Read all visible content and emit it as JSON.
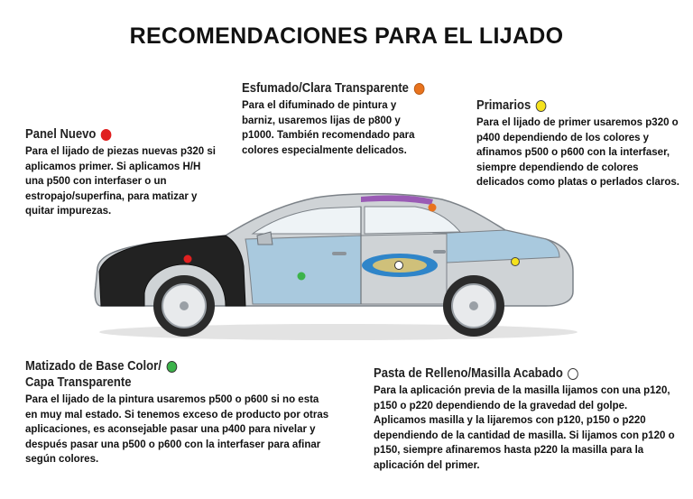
{
  "title": "RECOMENDACIONES PARA EL LIJADO",
  "colors": {
    "red": "#e02020",
    "orange": "#e8731e",
    "yellow": "#f5e21c",
    "green": "#3cb34a",
    "white": "#ffffff",
    "primer_panel": "#a9c9de",
    "filler_panel": "#cfd3d6",
    "black_panel": "#222222",
    "clear_strip": "#9a5bb5"
  },
  "sections": {
    "panel_nuevo": {
      "heading": "Panel Nuevo",
      "dot_color": "red",
      "text": "Para el lijado de piezas nuevas p320 si aplicamos primer. Si aplicamos H/H una p500 con interfaser o un estropajo/superfina, para matizar y quitar impurezas."
    },
    "esfumado": {
      "heading": "Esfumado/Clara Transparente",
      "dot_color": "orange",
      "text": "Para el difuminado de pintura y barniz, usaremos lijas de p800 y p1000. También recomendado para colores especialmente delicados."
    },
    "primarios": {
      "heading": "Primarios",
      "dot_color": "yellow",
      "text": "Para el lijado de primer usaremos p320 o p400 dependiendo de los colores y afinamos  p500 o p600 con la interfaser, siempre dependiendo de colores delicados como platas o perlados claros."
    },
    "matizado": {
      "heading_line1": "Matizado de Base Color/",
      "heading_line2": "Capa Transparente",
      "dot_color": "green",
      "text": "Para el lijado de la pintura usaremos p500 o p600 si no esta en muy mal estado. Si tenemos exceso de producto por otras aplicaciones, es aconsejable pasar una p400 para nivelar y después pasar una p500 o p600 con la interfaser para afinar según colores."
    },
    "pasta": {
      "heading": "Pasta de Relleno/Masilla Acabado",
      "dot_color": "white",
      "text": "Para la aplicación previa de la masilla lijamos con una p120, p150 o p220 dependiendo de la gravedad del golpe.  Aplicamos masilla y la lijaremos con p120, p150 o p220 dependiendo de la cantidad de masilla. Si lijamos con p120 o p150, siempre afinaremos hasta p220 la masilla para la aplicación del primer."
    }
  }
}
